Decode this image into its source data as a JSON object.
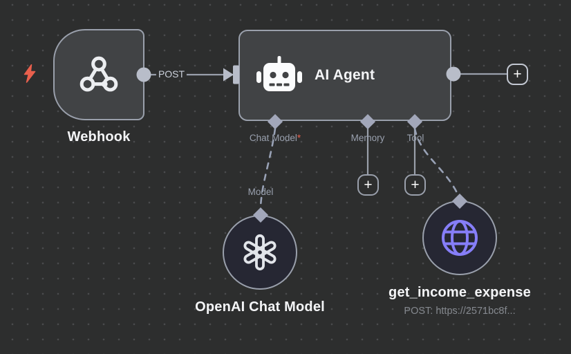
{
  "canvas": {
    "background_color": "#2d2e2e",
    "dot_color": "#4a4b4d"
  },
  "trigger_indicator": {
    "icon": "lightning-bolt-icon",
    "color": "#e9604d"
  },
  "nodes": {
    "webhook": {
      "label": "Webhook",
      "icon": "webhook-icon",
      "output_connection_label": "POST"
    },
    "agent": {
      "label": "AI Agent",
      "icon": "robot-icon",
      "ports": {
        "chat_model": {
          "label": "Chat Model",
          "required_marker": "*"
        },
        "memory": {
          "label": "Memory"
        },
        "tool": {
          "label": "Tool"
        }
      }
    },
    "openai": {
      "label": "OpenAI Chat Model",
      "icon": "openai-icon",
      "port_label": "Model"
    },
    "http_tool": {
      "label": "get_income_expense",
      "subtitle": "POST: https://2571bc8f...",
      "icon": "globe-icon",
      "icon_color": "#867ef8"
    }
  },
  "buttons": {
    "plus": "+"
  },
  "colors": {
    "node_fill": "#414345",
    "circle_node_fill": "#262733",
    "node_border": "#9aa0ac",
    "connector": "#b8bdc9",
    "diamond": "#a2a7ba",
    "accent_red": "#e9604d",
    "accent_purple": "#867ef8",
    "title_text": "#f4f5f7",
    "port_text": "#99a0ae",
    "subtitle_text": "#85898f"
  }
}
